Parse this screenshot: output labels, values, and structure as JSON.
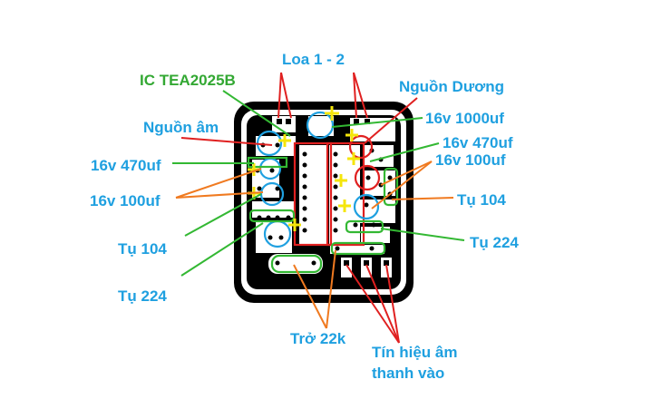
{
  "labels": {
    "loa": "Loa 1 - 2",
    "ic": "IC TEA2025B",
    "nguon_duong": "Nguồn Dương",
    "nguon_am": "Nguồn âm",
    "cap_1000_right": "16v 1000uf",
    "cap_470_right": "16v 470uf",
    "cap_100_right": "16v 100uf",
    "tu104_right": "Tụ 104",
    "tu224_right": "Tụ 224",
    "cap_470_left": "16v 470uf",
    "cap_100_left": "16v 100uf",
    "tu104_left": "Tụ 104",
    "tu224_left": "Tụ 224",
    "tro": "Trở 22k",
    "tin_hieu_line1": "Tín hiệu âm",
    "tin_hieu_line2": "thanh vào"
  },
  "colors": {
    "background": "#ffffff",
    "board": "#000000",
    "trace": "#ffffff",
    "pad": "#000000",
    "label_blue": "#1fa0e0",
    "label_green": "#33a833",
    "arrow_red": "#e02020",
    "arrow_orange": "#f07a20",
    "arrow_green": "#33b833",
    "marker_yellow": "#f5e60a",
    "circle_blue": "#1fa0e0",
    "circle_red": "#e02020",
    "rect_green": "#33b833"
  }
}
